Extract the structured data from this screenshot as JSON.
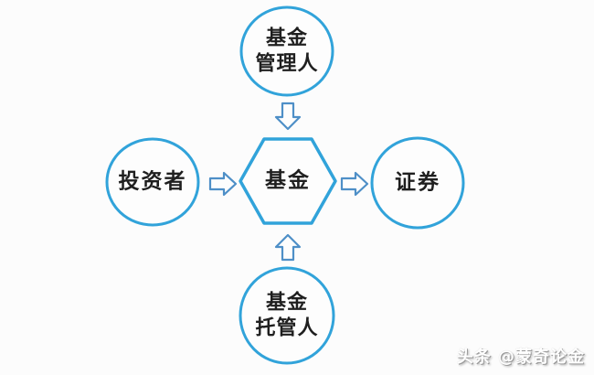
{
  "diagram": {
    "type": "flow-diagram",
    "topic": "fund operation relationships",
    "nodes": {
      "top": {
        "shape": "circle",
        "label": "基金\n管理人"
      },
      "left": {
        "shape": "circle",
        "label": "投资者"
      },
      "center": {
        "shape": "hexagon",
        "label": "基金"
      },
      "right": {
        "shape": "circle",
        "label": "证券"
      },
      "bottom": {
        "shape": "circle",
        "label": "基金\n托管人"
      }
    },
    "arrows": [
      {
        "from": "top",
        "to": "center",
        "direction": "down",
        "style": "hollow-block"
      },
      {
        "from": "left",
        "to": "center",
        "direction": "right",
        "style": "hollow-block"
      },
      {
        "from": "center",
        "to": "right",
        "direction": "right",
        "style": "hollow-block"
      },
      {
        "from": "bottom",
        "to": "center",
        "direction": "up",
        "style": "hollow-block"
      }
    ],
    "colors": {
      "node_border": "#31a3da",
      "arrow_border": "#4e8fc7",
      "shape_fill": "#fdfdfd",
      "text": "#1f1f1f",
      "background": "#fcfcfc"
    }
  },
  "watermark": {
    "text": "头条 @蒙奇论金"
  }
}
